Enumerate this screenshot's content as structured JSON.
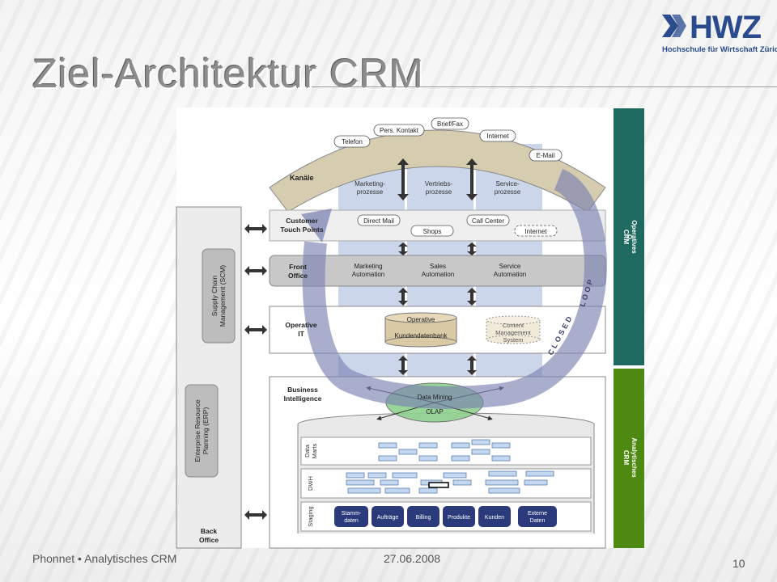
{
  "title": "Ziel-Architektur CRM",
  "logo": {
    "text": "HWZ",
    "subtitle": "Hochschule für Wirtschaft Zürich"
  },
  "footer": {
    "left": "Phonnet • Analytisches CRM",
    "date": "27.06.2008",
    "page": "10"
  },
  "diagram": {
    "kanaele": {
      "label": "Kanäle",
      "channels": [
        "Telefon",
        "Pers. Kontakt",
        "Brief/Fax",
        "Internet",
        "E-Mail"
      ]
    },
    "processes": [
      "Marketing-\nprozesse",
      "Vertriebs-\nprozesse",
      "Service-\nprozesse"
    ],
    "touch_points": {
      "label": "Customer\nTouch Points",
      "items": [
        "Direct Mail",
        "Shops",
        "Call Center",
        "Internet"
      ]
    },
    "front_office": {
      "label": "Front\nOffice",
      "items": [
        "Marketing\nAutomation",
        "Sales\nAutomation",
        "Service\nAutomation"
      ]
    },
    "operative_it": {
      "label": "Operative\nIT",
      "db": "Operative\nKundendatenbank",
      "cms": "Content\nManagement\nSystem"
    },
    "bi": {
      "label": "Business\nIntelligence",
      "data_mining": "Data Mining",
      "olap": "OLAP",
      "layers": [
        "Data\nMarts",
        "DWH",
        "Staging"
      ],
      "staging_sources": [
        "Stamm-\ndaten",
        "Aufträge",
        "Billing",
        "Produkte",
        "Kunden",
        "Externe\nDaten"
      ]
    },
    "closed_loop": "CLOSED LOOP",
    "back_office": {
      "label": "Back\nOffice",
      "scm": "Supply Chain\nManagement (SCM)",
      "erp": "Enterprise Resource\nPlanning (ERP)"
    },
    "side_bars": {
      "operative": "Operatives\nCRM",
      "analytisches": "Analytisches\nCRM"
    },
    "colors": {
      "kanaele": "#d6ccb0",
      "process_blue": "#c3cfe6",
      "loop": "#7b83b2",
      "operative_bar": "#1f6a60",
      "analytisch_bar": "#4e8a12",
      "db_fill": "#d9c9a5",
      "staging_fill": "#2a3a7a",
      "dm_fill": "#8fd18f"
    }
  }
}
